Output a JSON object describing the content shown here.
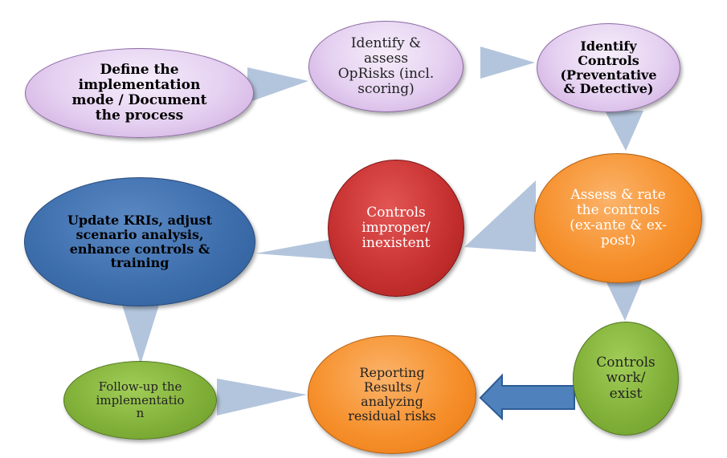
{
  "nodes": {
    "define": "Define the\nimplementation\nmode / Document\nthe process",
    "identify_assess": "Identify &\nassess\nOpRisks (incl.\nscoring)",
    "identify_controls": "Identify\nControls\n(Preventative\n& Detective)",
    "assess_rate": "Assess & rate\nthe controls\n(ex-ante & ex-\npost)",
    "improper": "Controls\nimproper/\ninexistent",
    "update": "Update KRIs, adjust\nscenario analysis,\nenhance controls &\ntraining",
    "followup": "Follow-up the\nimplementatio\nn",
    "reporting": "Reporting\nResults /\nanalyzing\nresidual risks",
    "work": "Controls\nwork/\nexist"
  },
  "colors": {
    "purple": "#e4cff0",
    "orange": "#f6902c",
    "red": "#c73131",
    "blue": "#3e6fad",
    "green": "#82b13a",
    "connector": "#b3c5dc",
    "arrow": "#4f81bd"
  }
}
